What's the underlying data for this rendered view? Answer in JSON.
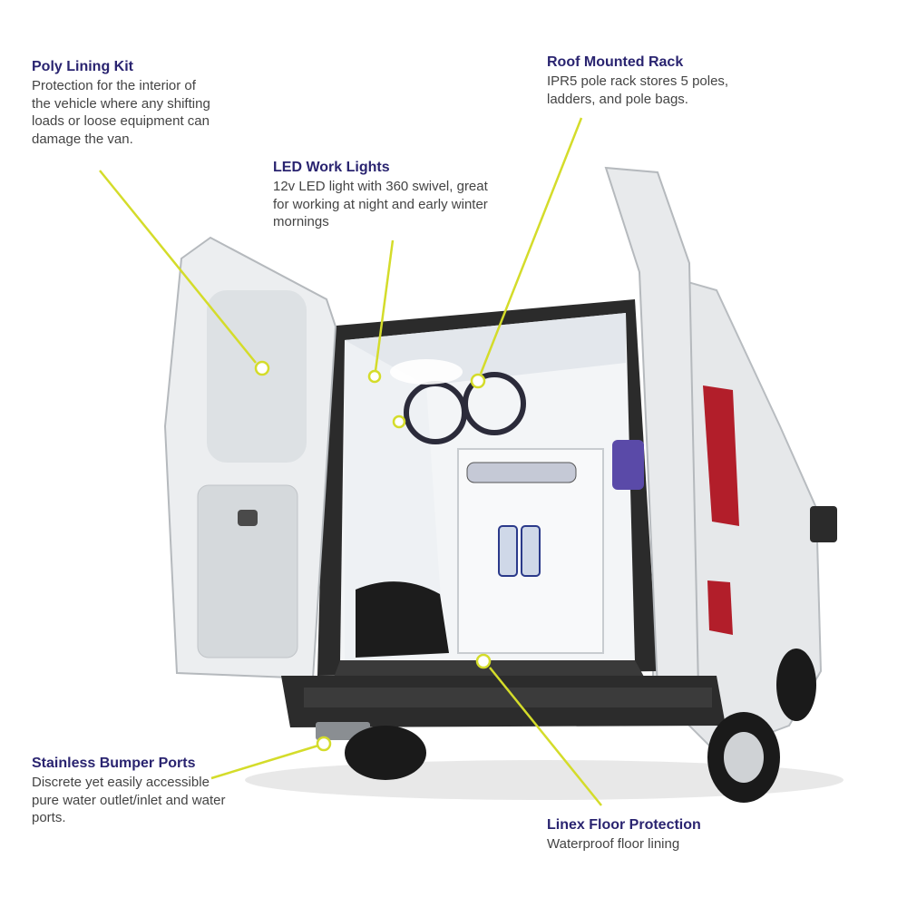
{
  "callouts": {
    "poly_lining": {
      "title": "Poly Lining Kit",
      "desc": "Protection for the interior of the vehicle where any shifting loads or loose equipment can damage the van."
    },
    "roof_rack": {
      "title": "Roof Mounted Rack",
      "desc": "IPR5 pole rack stores 5 poles, ladders, and pole bags."
    },
    "led_lights": {
      "title": "LED Work Lights",
      "desc": "12v LED light with 360 swivel, great for working at night and early winter mornings"
    },
    "bumper_ports": {
      "title": "Stainless Bumper Ports",
      "desc": "Discrete yet easily accessible pure water outlet/inlet and water ports."
    },
    "floor_protection": {
      "title": "Linex Floor Protection",
      "desc": "Waterproof floor lining"
    }
  },
  "colors": {
    "title": "#2a2470",
    "body_text": "#444444",
    "leader_line": "#d4dc2a",
    "van_body": "#e9ecee",
    "interior": "#f4f6f8",
    "tail_light": "#b21e2a",
    "bumper": "#2c2c2c"
  }
}
